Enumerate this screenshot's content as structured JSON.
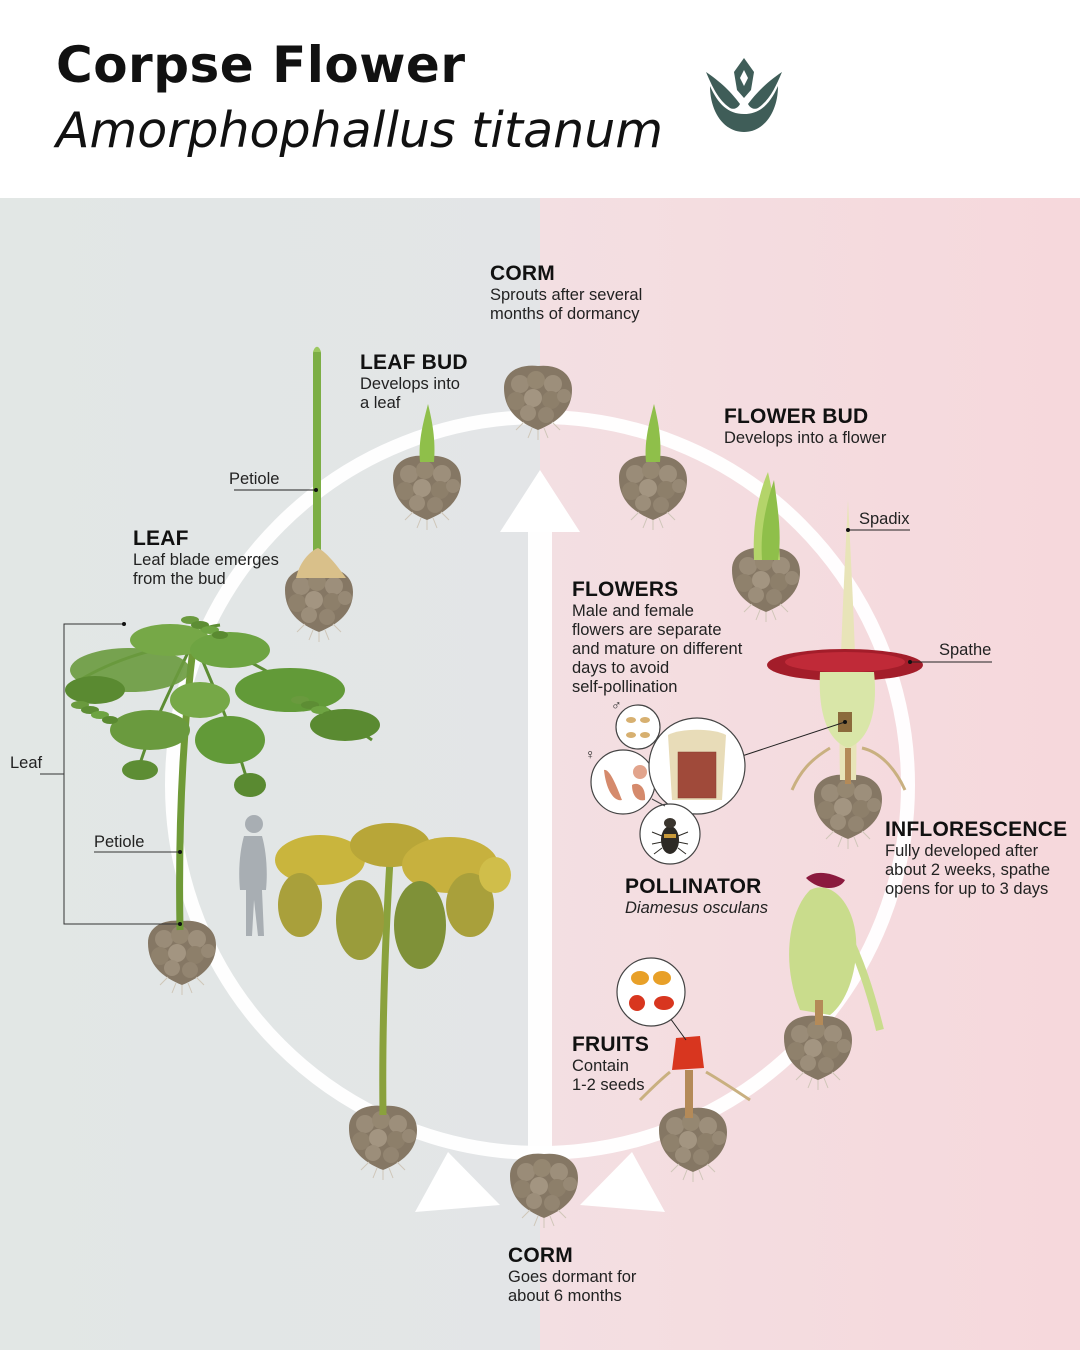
{
  "header": {
    "title": "Corpse Flower",
    "subtitle": "Amorphophallus titanum",
    "logo_icon": "lotus-logo-icon",
    "logo_color": "#3f5d58"
  },
  "colors": {
    "left_background": "#e2e6e5",
    "right_background": "#f5dadd",
    "cycle_arrow": "#ffffff",
    "corm": "#7a6c5a",
    "leaf_green": "#5c8f3a",
    "senescent_leaf": "#b9a93a",
    "spathe_red": "#a31d2a"
  },
  "stages": {
    "corm_top": {
      "title": "CORM",
      "desc": "Sprouts after several\nmonths of dormancy"
    },
    "leaf_bud": {
      "title": "LEAF BUD",
      "desc": "Develops into\na leaf"
    },
    "flower_bud": {
      "title": "FLOWER BUD",
      "desc": "Develops into a flower"
    },
    "leaf": {
      "title": "LEAF",
      "desc": "Leaf blade emerges\nfrom the bud"
    },
    "flowers": {
      "title": "FLOWERS",
      "desc": "Male and female\nflowers are separate\nand mature on different\ndays to avoid\nself-pollination"
    },
    "inflorescence": {
      "title": "INFLORESCENCE",
      "desc": "Fully developed after\nabout 2 weeks, spathe\nopens for up to 3 days"
    },
    "pollinator": {
      "title": "POLLINATOR",
      "species": "Diamesus osculans"
    },
    "fruits": {
      "title": "FRUITS",
      "desc": "Contain\n1-2 seeds"
    },
    "corm_bottom": {
      "title": "CORM",
      "desc": "Goes dormant for\nabout 6 months"
    }
  },
  "callouts": {
    "petiole_upper": "Petiole",
    "petiole_lower": "Petiole",
    "leaf_bracket": "Leaf",
    "spadix": "Spadix",
    "spathe": "Spathe",
    "male_symbol": "♂",
    "female_symbol": "♀"
  }
}
